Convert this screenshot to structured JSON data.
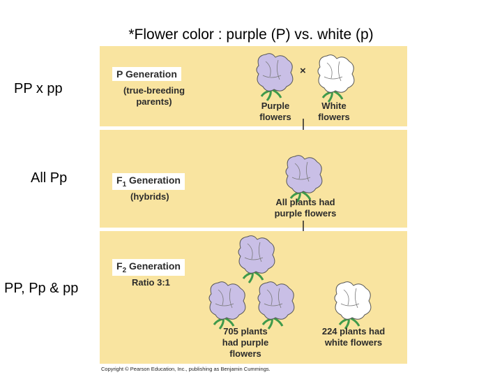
{
  "title": "*Flower color :  purple (P) vs. white (p)",
  "left_labels": {
    "p": "PP  x   pp",
    "f1": "All Pp",
    "f2": "PP, Pp & pp"
  },
  "figure": {
    "p_generation": {
      "label": "P Generation",
      "sub": "(true-breeding parents)",
      "cross_symbol": "×",
      "purple_label": "Purple flowers",
      "white_label": "White flowers"
    },
    "f1_generation": {
      "label_prefix": "F",
      "label_sub": "1",
      "label_suffix": " Generation",
      "sub": "(hybrids)",
      "result": "All plants had purple flowers"
    },
    "f2_generation": {
      "label_prefix": "F",
      "label_sub": "2",
      "label_suffix": " Generation",
      "ratio": "Ratio 3:1",
      "purple_result": "705 plants had purple flowers",
      "white_result": "224 plants had white flowers"
    },
    "copyright": "Copyright © Pearson Education, Inc., publishing as Benjamin Cummings."
  },
  "colors": {
    "band": "#f9e4a0",
    "purple_petal": "#c9bfe6",
    "white_petal": "#ffffff",
    "stem": "#3f9a4b"
  }
}
